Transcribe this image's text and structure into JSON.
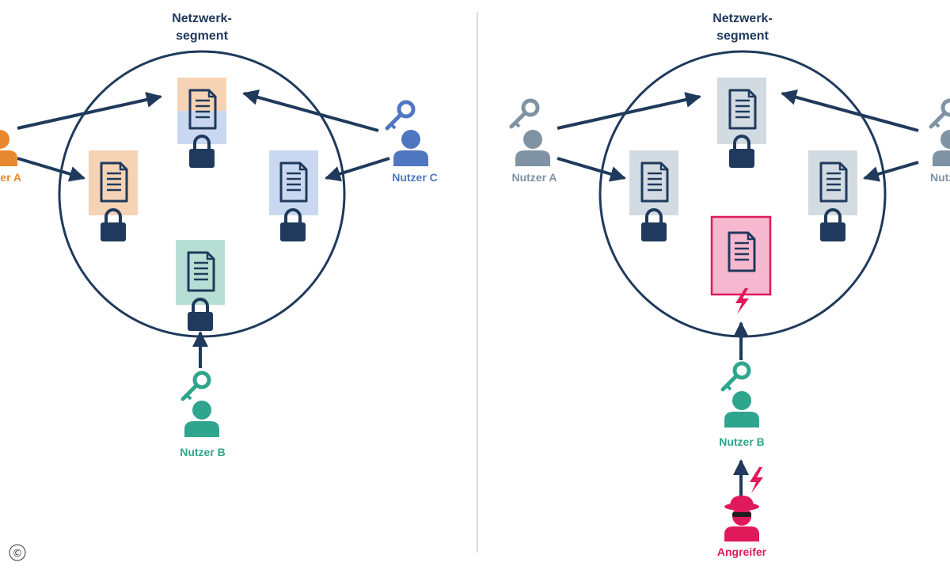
{
  "colors": {
    "navy": "#1f3a5c",
    "orange": "#e8892f",
    "blue": "#4f77c0",
    "teal": "#2fa58d",
    "gray": "#7f93a4",
    "red": "#e0195a",
    "tile_orange": "#f6d3b5",
    "tile_blue": "#c9d8f0",
    "tile_teal": "#b6ded4",
    "tile_gray": "#d3dbe2",
    "tile_red": "#f6b8cf"
  },
  "left_panel": {
    "segment_label_line1": "Netzwerk-",
    "segment_label_line2": "segment",
    "user_a": "Nutzer A",
    "user_b": "Nutzer B",
    "user_c": "Nutzer C"
  },
  "right_panel": {
    "segment_label_line1": "Netzwerk-",
    "segment_label_line2": "segment",
    "user_a": "Nutzer A",
    "user_b": "Nutzer B",
    "user_c": "Nutzer C",
    "attacker": "Angreifer"
  },
  "copyright": "©"
}
